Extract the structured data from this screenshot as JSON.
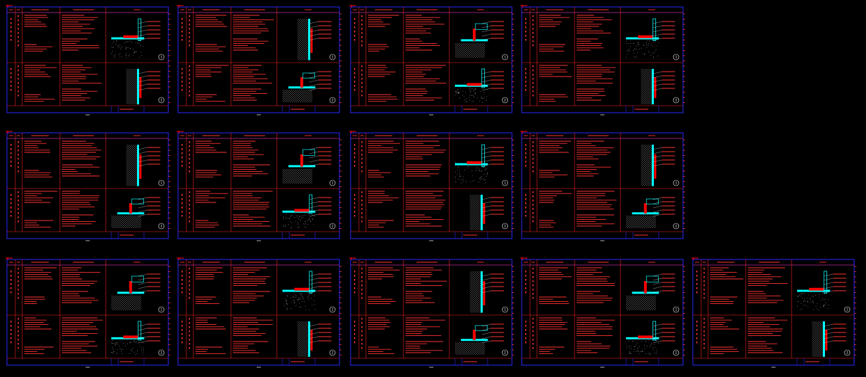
{
  "colors": {
    "background": "#000000",
    "frame": "#2a2aff",
    "divider": "#ff2020",
    "text": "#ff3333",
    "accent": "#00ffff",
    "highlight": "#ff0000",
    "white": "#ffffff"
  },
  "sheets": [
    {
      "row": 0,
      "col": 0,
      "detail_numbers": [
        "1",
        "2"
      ]
    },
    {
      "row": 0,
      "col": 1,
      "detail_numbers": [
        "1",
        "2"
      ]
    },
    {
      "row": 0,
      "col": 2,
      "detail_numbers": [
        "1",
        "2"
      ]
    },
    {
      "row": 0,
      "col": 3,
      "detail_numbers": [
        "1",
        "2"
      ]
    },
    {
      "row": 1,
      "col": 0,
      "detail_numbers": [
        "1",
        "2"
      ]
    },
    {
      "row": 1,
      "col": 1,
      "detail_numbers": [
        "1",
        "2"
      ]
    },
    {
      "row": 1,
      "col": 2,
      "detail_numbers": [
        "1",
        "2"
      ]
    },
    {
      "row": 1,
      "col": 3,
      "detail_numbers": [
        "1",
        "2"
      ]
    },
    {
      "row": 2,
      "col": 0,
      "detail_numbers": [
        "1",
        "2"
      ]
    },
    {
      "row": 2,
      "col": 1,
      "detail_numbers": [
        "1",
        "2"
      ]
    },
    {
      "row": 2,
      "col": 2,
      "detail_numbers": [
        "1",
        "2"
      ]
    },
    {
      "row": 2,
      "col": 3,
      "detail_numbers": [
        "1",
        "2"
      ]
    },
    {
      "row": 2,
      "col": 4,
      "detail_numbers": [
        "1",
        "2"
      ]
    }
  ]
}
